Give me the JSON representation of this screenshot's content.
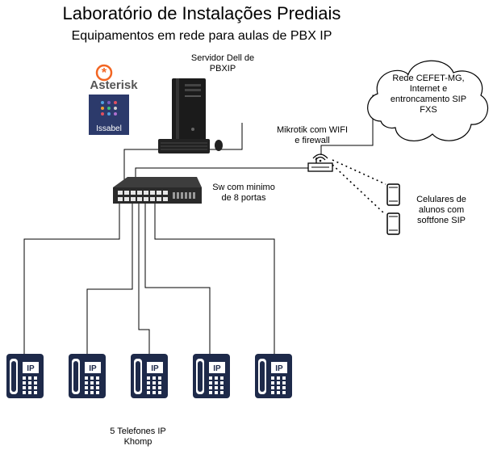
{
  "title": "Laboratório  de Instalações Prediais",
  "subtitle": "Equipamentos em rede para aulas de PBX IP",
  "server": {
    "label_line1": "Servidor Dell de",
    "label_line2": "PBXIP"
  },
  "logos": {
    "asterisk": "Asterisk",
    "issabel": "Issabel",
    "asterisk_color": "#f26522",
    "issabel_bg": "#2c3a6b"
  },
  "switch": {
    "label_line1": "Sw com minimo",
    "label_line2": "de 8 portas"
  },
  "router": {
    "label_line1": "Mikrotik com WIFI",
    "label_line2": "e firewall"
  },
  "cloud": {
    "line1": "Rede CEFET-MG,",
    "line2": "Internet e",
    "line3": "entroncamento SIP",
    "line4": "FXS"
  },
  "phones_mobile": {
    "line1": "Celulares de",
    "line2": "alunos com",
    "line3": "softfone SIP"
  },
  "ip_phones": {
    "line1": "5 Telefones IP",
    "line2": "Khomp",
    "badge": "IP",
    "count": 5,
    "color": "#1e2a4a"
  }
}
